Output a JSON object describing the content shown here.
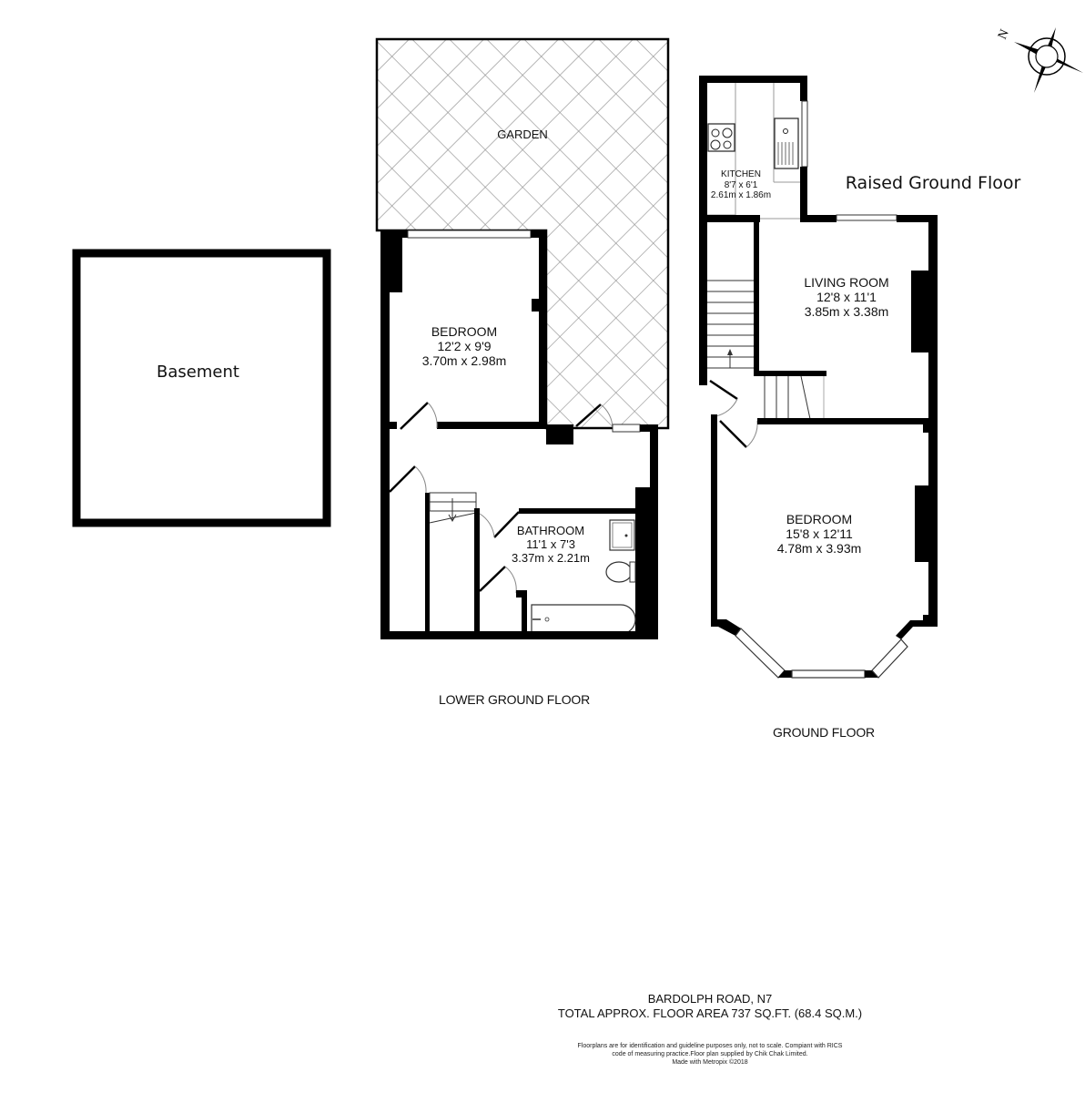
{
  "compass": {
    "label": "N",
    "icon": "compass-rose-icon"
  },
  "floors": {
    "basement": {
      "title": "Basement"
    },
    "raised_ground": {
      "title": "Raised Ground Floor"
    },
    "lower_ground": {
      "title": "LOWER GROUND FLOOR"
    },
    "ground": {
      "title": "GROUND FLOOR"
    }
  },
  "rooms": {
    "garden": {
      "name": "GARDEN"
    },
    "lower_bedroom": {
      "name": "BEDROOM",
      "imperial": "12'2 x 9'9",
      "metric": "3.70m x 2.98m"
    },
    "bathroom": {
      "name": "BATHROOM",
      "imperial": "11'1 x 7'3",
      "metric": "3.37m x 2.21m"
    },
    "kitchen": {
      "name": "KITCHEN",
      "imperial": "8'7 x 6'1",
      "metric": "2.61m x 1.86m"
    },
    "living_room": {
      "name": "LIVING ROOM",
      "imperial": "12'8 x 11'1",
      "metric": "3.85m x 3.38m"
    },
    "ground_bedroom": {
      "name": "BEDROOM",
      "imperial": "15'8 x 12'11",
      "metric": "4.78m x 3.93m"
    }
  },
  "footer": {
    "address": "BARDOLPH ROAD, N7",
    "area": "TOTAL APPROX. FLOOR AREA 737 SQ.FT. (68.4 SQ.M.)",
    "disclaimer_line1": "Floorplans are for identification and guideline purposes only, not to scale. Compiant with RICS",
    "disclaimer_line2": "code of measuring practice.Floor plan supplied by Chik Chak Limited.",
    "credit": "Made with Metropix ©2018"
  },
  "colors": {
    "wall": "#000000",
    "hatch": "#8a8a8a",
    "fixture": "#555555",
    "background": "#ffffff"
  }
}
